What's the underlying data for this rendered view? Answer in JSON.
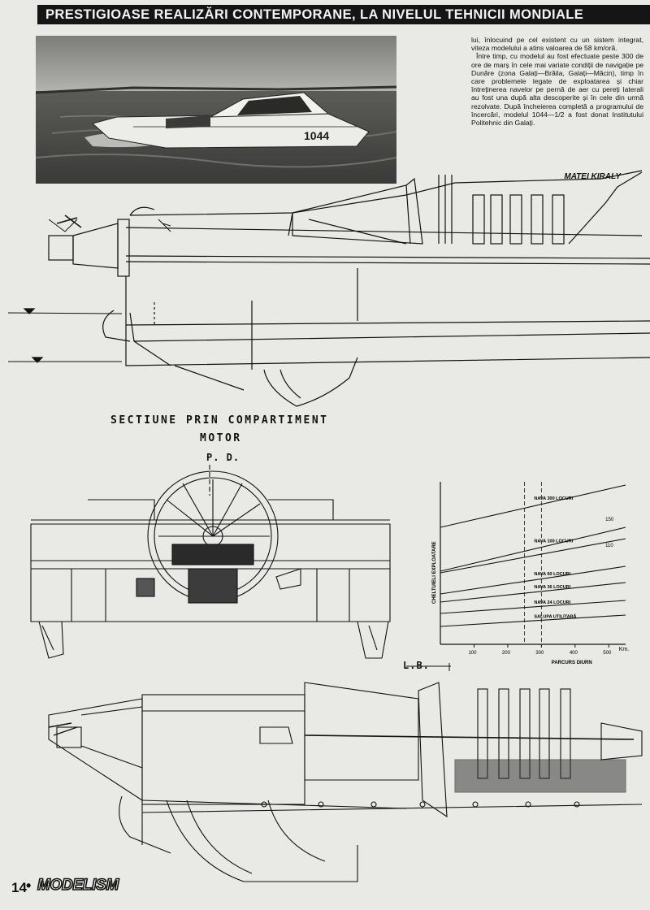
{
  "header": {
    "title": "PRESTIGIOASE REALIZĂRI CONTEMPORANE, LA NIVELUL TEHNICII MONDIALE"
  },
  "photo": {
    "hull_number": "1044"
  },
  "article": {
    "paragraphs": [
      "lui, înlocuind pe cel existent cu un sistem integrat, viteza modelului a atins valoarea de 58 km/oră.",
      "Între timp, cu modelul au fost efectuate peste 300 de ore de marș în cele mai variate condiții de navigație pe Dunăre (zona Galați—Brăila, Galați—Măcin), timp în care problemele legate de exploatarea și chiar întreținerea navelor pe pernă de aer cu pereți laterali au fost una după alta descoperite și în cele din urmă rezolvate. După încheierea completă a programului de încercări, modelul 1044—1/2 a fost donat Institutului Politehnic din Galați."
    ],
    "author": "MATEI KIRALY"
  },
  "section": {
    "title_line1": "SECTIUNE PRIN COMPARTIMENT",
    "title_line2": "MOTOR",
    "pd_label": "P. D.",
    "lb_label": "L.B."
  },
  "chart_data": {
    "type": "line",
    "ylabel": "CHELTUIELI EXPLOATARE",
    "xlabel": "PARCURS DIURN",
    "x_unit": "Km.",
    "x_ticks": [
      "100",
      "200",
      "300",
      "400",
      "500"
    ],
    "xlim": [
      0,
      550
    ],
    "ylim": [
      0,
      100
    ],
    "grid_verticals": [
      250,
      300
    ],
    "series": [
      {
        "name": "NAVA 300 LOCURI",
        "x": [
          0,
          550
        ],
        "y": [
          72,
          98
        ]
      },
      {
        "name": "NAVA 100 LOCURI",
        "x": [
          0,
          550
        ],
        "y": [
          45,
          72
        ]
      },
      {
        "name": "",
        "x": [
          0,
          550
        ],
        "y": [
          44,
          65
        ]
      },
      {
        "name": "NAVA 60 LOCURI",
        "x": [
          0,
          550
        ],
        "y": [
          31,
          48
        ]
      },
      {
        "name": "NAVA 36 LOCURI",
        "x": [
          0,
          550
        ],
        "y": [
          26,
          38
        ]
      },
      {
        "name": "NAVA 24 LOCURI",
        "x": [
          0,
          550
        ],
        "y": [
          19,
          27
        ]
      },
      {
        "name": "SALUPA UTILITARĂ",
        "x": [
          0,
          550
        ],
        "y": [
          11,
          18
        ]
      }
    ],
    "annotations": [
      "150",
      "110"
    ]
  },
  "footer": {
    "page_number": "14",
    "dot": "•",
    "magazine": "MODELISM"
  }
}
